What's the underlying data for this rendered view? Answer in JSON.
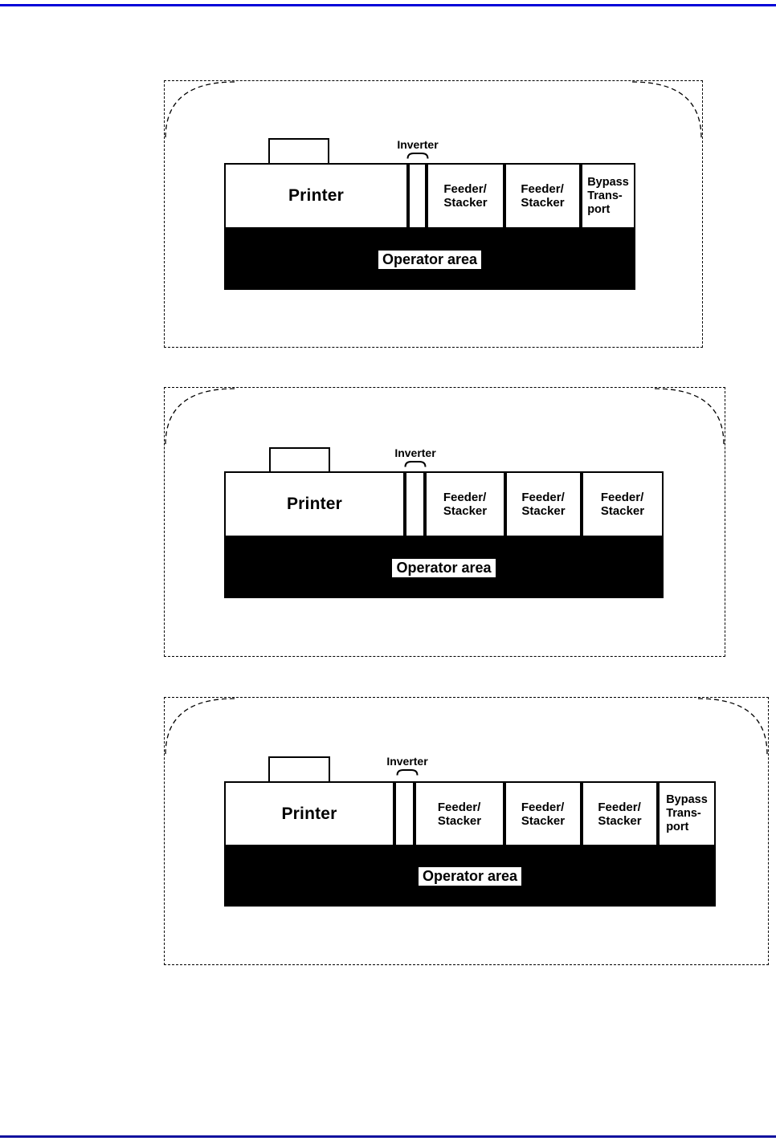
{
  "page": {
    "top_rule_color": "#0202d8",
    "bottom_rule_color": "#12129e"
  },
  "diagrams": [
    {
      "inverter_label": "Inverter",
      "printer_label": "Printer",
      "operator_area_label": "Operator area",
      "modules": [
        {
          "lines": [
            "Feeder/",
            "Stacker"
          ]
        },
        {
          "lines": [
            "Feeder/",
            "Stacker"
          ]
        },
        {
          "lines": [
            "Bypass",
            "Trans-",
            "port"
          ]
        }
      ]
    },
    {
      "inverter_label": "Inverter",
      "printer_label": "Printer",
      "operator_area_label": "Operator area",
      "modules": [
        {
          "lines": [
            "Feeder/",
            "Stacker"
          ]
        },
        {
          "lines": [
            "Feeder/",
            "Stacker"
          ]
        },
        {
          "lines": [
            "Feeder/",
            "Stacker"
          ]
        }
      ]
    },
    {
      "inverter_label": "Inverter",
      "printer_label": "Printer",
      "operator_area_label": "Operator area",
      "modules": [
        {
          "lines": [
            "Feeder/",
            "Stacker"
          ]
        },
        {
          "lines": [
            "Feeder/",
            "Stacker"
          ]
        },
        {
          "lines": [
            "Feeder/",
            "Stacker"
          ]
        },
        {
          "lines": [
            "Bypass",
            "Trans-",
            "port"
          ]
        }
      ]
    }
  ]
}
